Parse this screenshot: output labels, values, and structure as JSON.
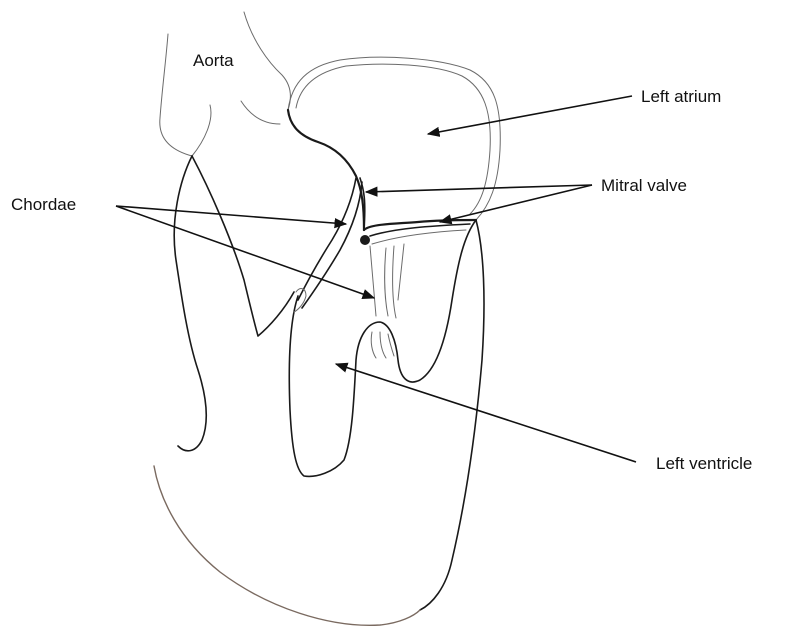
{
  "labels": {
    "aorta": "Aorta",
    "left_atrium": "Left atrium",
    "mitral_valve": "Mitral valve",
    "chordae": "Chordae",
    "left_ventricle": "Left ventricle"
  },
  "colors": {
    "ink": "#1a1a1a",
    "pencil": "#6b6b6b",
    "background": "#ffffff"
  }
}
